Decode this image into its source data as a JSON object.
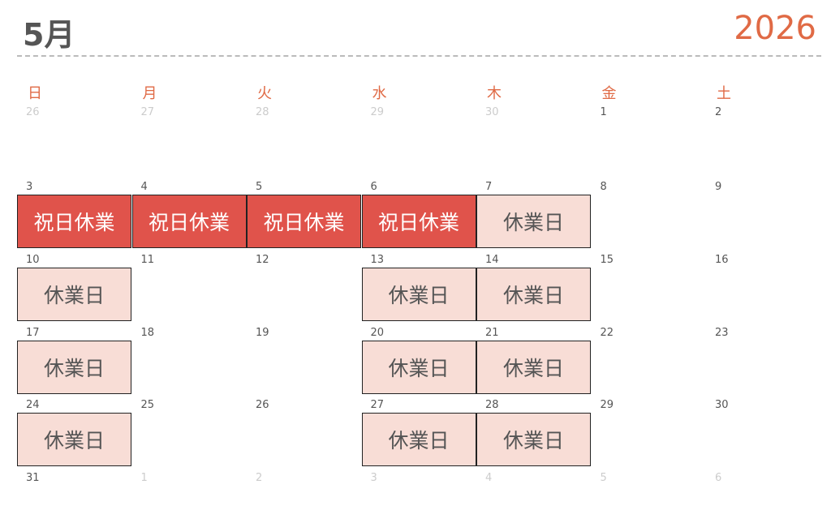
{
  "header": {
    "month": "5月",
    "year": "2026"
  },
  "weekdays": [
    "日",
    "月",
    "火",
    "水",
    "木",
    "金",
    "土"
  ],
  "labels": {
    "holiday": "祝日休業",
    "closed": "休業日"
  },
  "colors": {
    "accent": "#e06a45",
    "holiday": "#e0534b",
    "closed": "#f8ddd6"
  },
  "weeks": [
    [
      {
        "n": "26",
        "m": true
      },
      {
        "n": "27",
        "m": true
      },
      {
        "n": "28",
        "m": true
      },
      {
        "n": "29",
        "m": true
      },
      {
        "n": "30",
        "m": true
      },
      {
        "n": "1"
      },
      {
        "n": "2"
      }
    ],
    [
      {
        "n": "3",
        "e": "holiday"
      },
      {
        "n": "4",
        "e": "holiday"
      },
      {
        "n": "5",
        "e": "holiday"
      },
      {
        "n": "6",
        "e": "holiday"
      },
      {
        "n": "7",
        "e": "closed"
      },
      {
        "n": "8"
      },
      {
        "n": "9"
      }
    ],
    [
      {
        "n": "10",
        "e": "closed"
      },
      {
        "n": "11"
      },
      {
        "n": "12"
      },
      {
        "n": "13",
        "e": "closed"
      },
      {
        "n": "14",
        "e": "closed"
      },
      {
        "n": "15"
      },
      {
        "n": "16"
      }
    ],
    [
      {
        "n": "17",
        "e": "closed"
      },
      {
        "n": "18"
      },
      {
        "n": "19"
      },
      {
        "n": "20",
        "e": "closed"
      },
      {
        "n": "21",
        "e": "closed"
      },
      {
        "n": "22"
      },
      {
        "n": "23"
      }
    ],
    [
      {
        "n": "24",
        "e": "closed"
      },
      {
        "n": "25"
      },
      {
        "n": "26"
      },
      {
        "n": "27",
        "e": "closed"
      },
      {
        "n": "28",
        "e": "closed"
      },
      {
        "n": "29"
      },
      {
        "n": "30"
      }
    ],
    [
      {
        "n": "31"
      },
      {
        "n": "1",
        "m": true
      },
      {
        "n": "2",
        "m": true
      },
      {
        "n": "3",
        "m": true
      },
      {
        "n": "4",
        "m": true
      },
      {
        "n": "5",
        "m": true
      },
      {
        "n": "6",
        "m": true
      }
    ]
  ]
}
